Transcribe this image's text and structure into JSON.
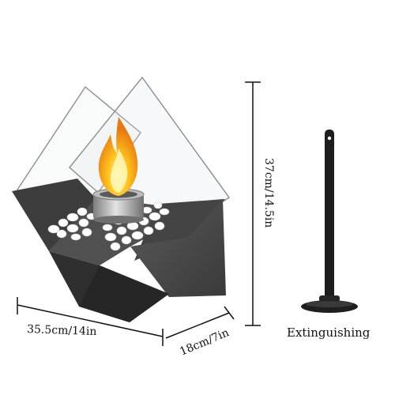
{
  "dimensions": {
    "width": "35.5cm/14in",
    "depth": "18cm/7in",
    "height": "37cm/14.5in"
  },
  "accessory": {
    "label": "Extinguishing"
  },
  "colors": {
    "metal": "#4a4a4a",
    "metal_dark": "#2f2f2f",
    "glass": "#9a9a9a",
    "flame_core": "#ffd23a",
    "flame_outer": "#f08a12",
    "stones": "#ffffff",
    "rod": "#1e1e1e"
  }
}
